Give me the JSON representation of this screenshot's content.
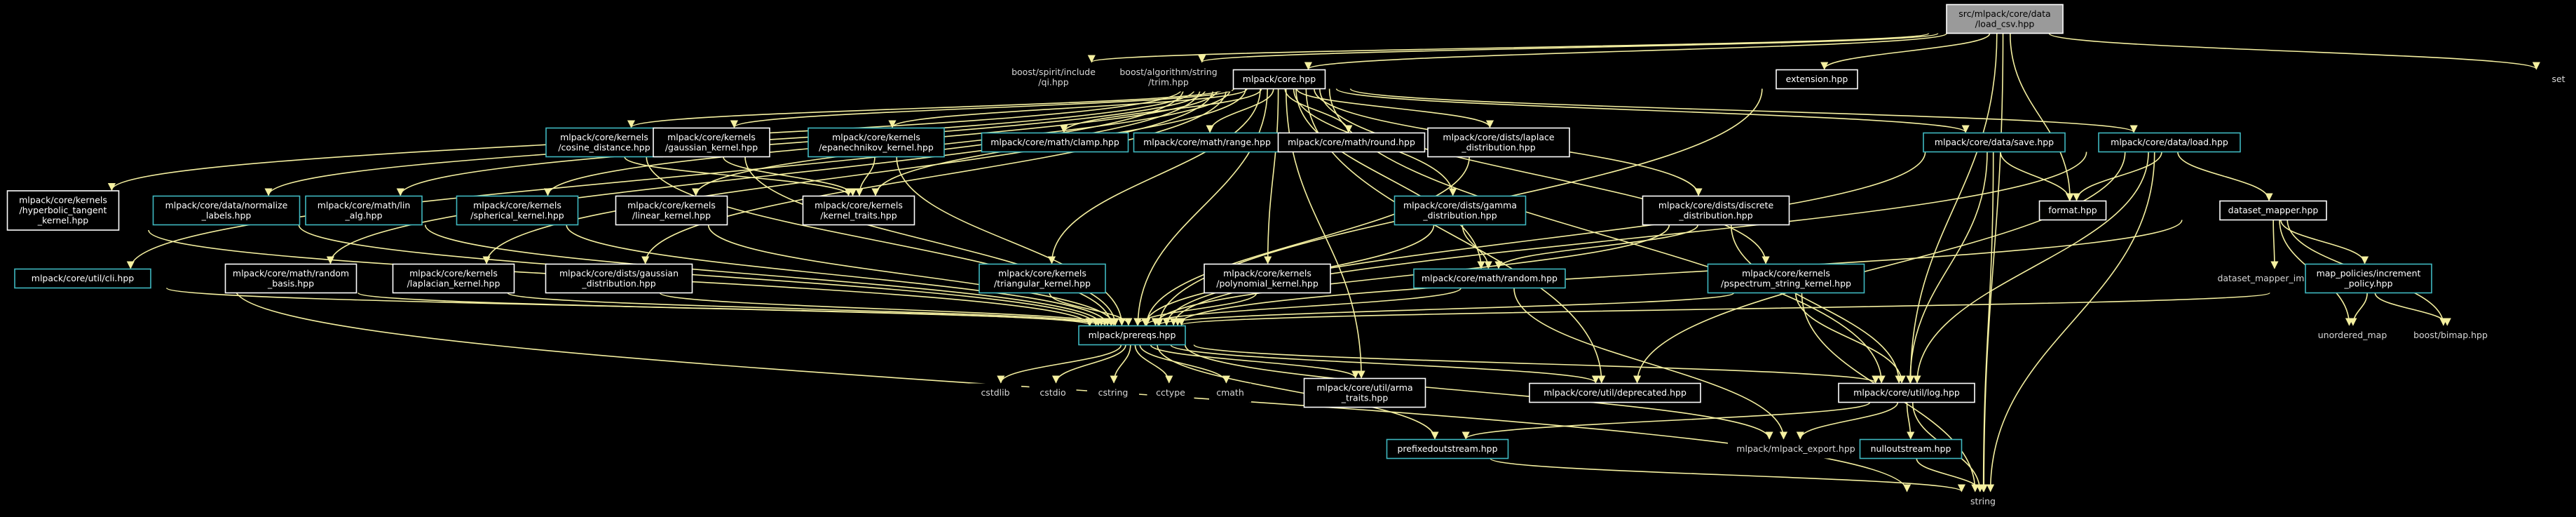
{
  "colors": {
    "background": "#000000",
    "edge": "#f5f0a0",
    "documented": "#ffffff",
    "linked": "#3fb8c0",
    "root_fill": "#9a9a9a"
  },
  "nodes": [
    {
      "id": "root",
      "lines": [
        "src/mlpack/core/data",
        "/load_csv.hpp"
      ],
      "style": "root"
    },
    {
      "id": "qi",
      "lines": [
        "boost/spirit/include",
        "/qi.hpp"
      ],
      "style": "none"
    },
    {
      "id": "trim",
      "lines": [
        "boost/algorithm/string",
        "/trim.hpp"
      ],
      "style": "none"
    },
    {
      "id": "core",
      "lines": [
        "mlpack/core.hpp"
      ],
      "style": "white"
    },
    {
      "id": "extension",
      "lines": [
        "extension.hpp"
      ],
      "style": "white"
    },
    {
      "id": "set",
      "lines": [
        "set"
      ],
      "style": "none"
    },
    {
      "id": "cosine",
      "lines": [
        "mlpack/core/kernels",
        "/cosine_distance.hpp"
      ],
      "style": "teal"
    },
    {
      "id": "gaussian_k",
      "lines": [
        "mlpack/core/kernels",
        "/gaussian_kernel.hpp"
      ],
      "style": "white"
    },
    {
      "id": "epan",
      "lines": [
        "mlpack/core/kernels",
        "/epanechnikov_kernel.hpp"
      ],
      "style": "teal"
    },
    {
      "id": "clamp",
      "lines": [
        "mlpack/core/math/clamp.hpp"
      ],
      "style": "teal"
    },
    {
      "id": "range",
      "lines": [
        "mlpack/core/math/range.hpp"
      ],
      "style": "teal"
    },
    {
      "id": "round",
      "lines": [
        "mlpack/core/math/round.hpp"
      ],
      "style": "white"
    },
    {
      "id": "laplace",
      "lines": [
        "mlpack/core/dists/laplace",
        "_distribution.hpp"
      ],
      "style": "white"
    },
    {
      "id": "save",
      "lines": [
        "mlpack/core/data/save.hpp"
      ],
      "style": "teal"
    },
    {
      "id": "load",
      "lines": [
        "mlpack/core/data/load.hpp"
      ],
      "style": "teal"
    },
    {
      "id": "hyper",
      "lines": [
        "mlpack/core/kernels",
        "/hyperbolic_tangent",
        "_kernel.hpp"
      ],
      "style": "white"
    },
    {
      "id": "normalize",
      "lines": [
        "mlpack/core/data/normalize",
        "_labels.hpp"
      ],
      "style": "teal"
    },
    {
      "id": "linalg",
      "lines": [
        "mlpack/core/math/lin",
        "_alg.hpp"
      ],
      "style": "teal"
    },
    {
      "id": "spherical",
      "lines": [
        "mlpack/core/kernels",
        "/spherical_kernel.hpp"
      ],
      "style": "teal"
    },
    {
      "id": "linear",
      "lines": [
        "mlpack/core/kernels",
        "/linear_kernel.hpp"
      ],
      "style": "white"
    },
    {
      "id": "kernel_traits",
      "lines": [
        "mlpack/core/kernels",
        "/kernel_traits.hpp"
      ],
      "style": "white"
    },
    {
      "id": "gamma",
      "lines": [
        "mlpack/core/dists/gamma",
        "_distribution.hpp"
      ],
      "style": "teal"
    },
    {
      "id": "discrete",
      "lines": [
        "mlpack/core/dists/discrete",
        "_distribution.hpp"
      ],
      "style": "white"
    },
    {
      "id": "format",
      "lines": [
        "format.hpp"
      ],
      "style": "white"
    },
    {
      "id": "dataset_mapper",
      "lines": [
        "dataset_mapper.hpp"
      ],
      "style": "white"
    },
    {
      "id": "cli",
      "lines": [
        "mlpack/core/util/cli.hpp"
      ],
      "style": "teal"
    },
    {
      "id": "random_basis",
      "lines": [
        "mlpack/core/math/random",
        "_basis.hpp"
      ],
      "style": "white"
    },
    {
      "id": "laplacian",
      "lines": [
        "mlpack/core/kernels",
        "/laplacian_kernel.hpp"
      ],
      "style": "white"
    },
    {
      "id": "gaussian_d",
      "lines": [
        "mlpack/core/dists/gaussian",
        "_distribution.hpp"
      ],
      "style": "white"
    },
    {
      "id": "triangular",
      "lines": [
        "mlpack/core/kernels",
        "/triangular_kernel.hpp"
      ],
      "style": "teal"
    },
    {
      "id": "polynomial",
      "lines": [
        "mlpack/core/kernels",
        "/polynomial_kernel.hpp"
      ],
      "style": "white"
    },
    {
      "id": "random",
      "lines": [
        "mlpack/core/math/random.hpp"
      ],
      "style": "teal"
    },
    {
      "id": "pspectrum",
      "lines": [
        "mlpack/core/kernels",
        "/pspectrum_string_kernel.hpp"
      ],
      "style": "teal"
    },
    {
      "id": "dm_impl",
      "lines": [
        "dataset_mapper_impl.hpp"
      ],
      "style": "none"
    },
    {
      "id": "increment",
      "lines": [
        "map_policies/increment",
        "_policy.hpp"
      ],
      "style": "teal"
    },
    {
      "id": "unordered_map",
      "lines": [
        "unordered_map"
      ],
      "style": "none"
    },
    {
      "id": "bimap",
      "lines": [
        "boost/bimap.hpp"
      ],
      "style": "none"
    },
    {
      "id": "prereqs",
      "lines": [
        "mlpack/prereqs.hpp"
      ],
      "style": "teal"
    },
    {
      "id": "cstdlib",
      "lines": [
        "cstdlib"
      ],
      "style": "none"
    },
    {
      "id": "cstdio",
      "lines": [
        "cstdio"
      ],
      "style": "none"
    },
    {
      "id": "cstring",
      "lines": [
        "cstring"
      ],
      "style": "none"
    },
    {
      "id": "cctype",
      "lines": [
        "cctype"
      ],
      "style": "none"
    },
    {
      "id": "cmath",
      "lines": [
        "cmath"
      ],
      "style": "none"
    },
    {
      "id": "arma_traits",
      "lines": [
        "mlpack/core/util/arma",
        "_traits.hpp"
      ],
      "style": "white"
    },
    {
      "id": "deprecated",
      "lines": [
        "mlpack/core/util/deprecated.hpp"
      ],
      "style": "white"
    },
    {
      "id": "log",
      "lines": [
        "mlpack/core/util/log.hpp"
      ],
      "style": "white"
    },
    {
      "id": "prefixed",
      "lines": [
        "prefixedoutstream.hpp"
      ],
      "style": "teal"
    },
    {
      "id": "export",
      "lines": [
        "mlpack/mlpack_export.hpp"
      ],
      "style": "none"
    },
    {
      "id": "nullout",
      "lines": [
        "nulloutstream.hpp"
      ],
      "style": "teal"
    },
    {
      "id": "string",
      "lines": [
        "string"
      ],
      "style": "none"
    }
  ],
  "edges": [
    [
      "root",
      "qi"
    ],
    [
      "root",
      "trim"
    ],
    [
      "root",
      "core"
    ],
    [
      "root",
      "extension"
    ],
    [
      "root",
      "set"
    ],
    [
      "root",
      "format"
    ],
    [
      "root",
      "log"
    ],
    [
      "root",
      "string"
    ],
    [
      "core",
      "cosine"
    ],
    [
      "core",
      "gaussian_k"
    ],
    [
      "core",
      "epan"
    ],
    [
      "core",
      "clamp"
    ],
    [
      "core",
      "range"
    ],
    [
      "core",
      "round"
    ],
    [
      "core",
      "laplace"
    ],
    [
      "core",
      "save"
    ],
    [
      "core",
      "load"
    ],
    [
      "core",
      "hyper"
    ],
    [
      "core",
      "normalize"
    ],
    [
      "core",
      "linalg"
    ],
    [
      "core",
      "spherical"
    ],
    [
      "core",
      "linear"
    ],
    [
      "core",
      "kernel_traits"
    ],
    [
      "core",
      "gamma"
    ],
    [
      "core",
      "discrete"
    ],
    [
      "core",
      "cli"
    ],
    [
      "core",
      "random_basis"
    ],
    [
      "core",
      "laplacian"
    ],
    [
      "core",
      "gaussian_d"
    ],
    [
      "core",
      "triangular"
    ],
    [
      "core",
      "polynomial"
    ],
    [
      "core",
      "random"
    ],
    [
      "core",
      "pspectrum"
    ],
    [
      "core",
      "prereqs"
    ],
    [
      "core",
      "arma_traits"
    ],
    [
      "core",
      "deprecated"
    ],
    [
      "core",
      "log"
    ],
    [
      "extension",
      "prereqs"
    ],
    [
      "cosine",
      "kernel_traits"
    ],
    [
      "cosine",
      "prereqs"
    ],
    [
      "gaussian_k",
      "kernel_traits"
    ],
    [
      "gaussian_k",
      "prereqs"
    ],
    [
      "epan",
      "kernel_traits"
    ],
    [
      "epan",
      "prereqs"
    ],
    [
      "laplace",
      "prereqs"
    ],
    [
      "hyper",
      "prereqs"
    ],
    [
      "normalize",
      "prereqs"
    ],
    [
      "linalg",
      "prereqs"
    ],
    [
      "spherical",
      "prereqs"
    ],
    [
      "linear",
      "prereqs"
    ],
    [
      "gamma",
      "prereqs"
    ],
    [
      "gamma",
      "random"
    ],
    [
      "discrete",
      "prereqs"
    ],
    [
      "discrete",
      "random"
    ],
    [
      "discrete",
      "log"
    ],
    [
      "cli",
      "prereqs"
    ],
    [
      "cli",
      "string"
    ],
    [
      "random_basis",
      "prereqs"
    ],
    [
      "laplacian",
      "prereqs"
    ],
    [
      "gaussian_d",
      "prereqs"
    ],
    [
      "triangular",
      "prereqs"
    ],
    [
      "polynomial",
      "prereqs"
    ],
    [
      "random",
      "prereqs"
    ],
    [
      "random",
      "export"
    ],
    [
      "pspectrum",
      "prereqs"
    ],
    [
      "pspectrum",
      "log"
    ],
    [
      "pspectrum",
      "string"
    ],
    [
      "save",
      "format"
    ],
    [
      "save",
      "log"
    ],
    [
      "save",
      "prereqs"
    ],
    [
      "save",
      "string"
    ],
    [
      "load",
      "format"
    ],
    [
      "load",
      "dataset_mapper"
    ],
    [
      "load",
      "log"
    ],
    [
      "load",
      "prereqs"
    ],
    [
      "load",
      "string"
    ],
    [
      "load",
      "deprecated"
    ],
    [
      "dataset_mapper",
      "dm_impl"
    ],
    [
      "dataset_mapper",
      "increment"
    ],
    [
      "dataset_mapper",
      "unordered_map"
    ],
    [
      "dataset_mapper",
      "bimap"
    ],
    [
      "dataset_mapper",
      "prereqs"
    ],
    [
      "increment",
      "unordered_map"
    ],
    [
      "increment",
      "bimap"
    ],
    [
      "increment",
      "prereqs"
    ],
    [
      "prereqs",
      "cstdlib"
    ],
    [
      "prereqs",
      "cstdio"
    ],
    [
      "prereqs",
      "cstring"
    ],
    [
      "prereqs",
      "cctype"
    ],
    [
      "prereqs",
      "cmath"
    ],
    [
      "prereqs",
      "arma_traits"
    ],
    [
      "prereqs",
      "deprecated"
    ],
    [
      "prereqs",
      "log"
    ],
    [
      "prereqs",
      "prefixed"
    ],
    [
      "prereqs",
      "export"
    ],
    [
      "log",
      "prefixed"
    ],
    [
      "log",
      "nullout"
    ],
    [
      "log",
      "string"
    ],
    [
      "log",
      "export"
    ],
    [
      "prefixed",
      "string"
    ],
    [
      "nullout",
      "string"
    ]
  ]
}
